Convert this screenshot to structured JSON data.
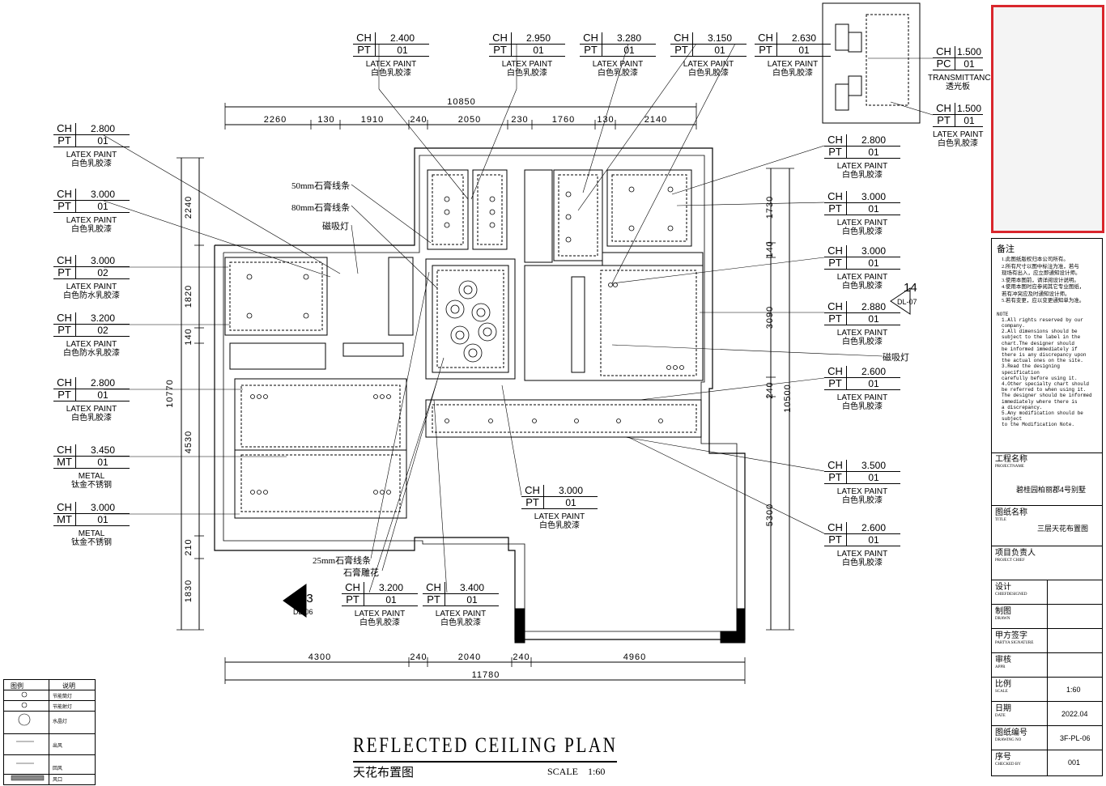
{
  "drawing": {
    "title_en": "REFLECTED  CEILING  PLAN",
    "title_cn": "天花布置图",
    "scale_label": "SCALE",
    "scale_value": "1:60",
    "top_total": "10850",
    "top_dims": [
      "2260",
      "130",
      "1910",
      "240",
      "2050",
      "230",
      "1760",
      "130",
      "2140"
    ],
    "bottom_total": "11780",
    "bottom_dims": [
      "4300",
      "240",
      "2040",
      "240",
      "4960"
    ],
    "left_total": "10770",
    "left_dims": [
      "2240",
      "1820",
      "140",
      "4530",
      "210",
      "1830"
    ],
    "right_total": "10500",
    "right_dims": [
      "1730",
      "140",
      "3090",
      "240",
      "5300"
    ]
  },
  "tags": [
    {
      "ch": "2.400",
      "pt_key": "PT",
      "pt": "01",
      "en": "LATEX PAINT",
      "cn": "白色乳胶漆"
    },
    {
      "ch": "2.950",
      "pt_key": "PT",
      "pt": "01",
      "en": "LATEX PAINT",
      "cn": "白色乳胶漆"
    },
    {
      "ch": "3.280",
      "pt_key": "PT",
      "pt": "01",
      "en": "LATEX PAINT",
      "cn": "白色乳胶漆"
    },
    {
      "ch": "3.150",
      "pt_key": "PT",
      "pt": "01",
      "en": "LATEX PAINT",
      "cn": "白色乳胶漆"
    },
    {
      "ch": "2.630",
      "pt_key": "PT",
      "pt": "01",
      "en": "LATEX PAINT",
      "cn": "白色乳胶漆"
    },
    {
      "ch": "1.500",
      "pt_key": "PC",
      "pt": "01",
      "en": "TRANSMITTANCE",
      "cn": "透光板"
    },
    {
      "ch": "1.500",
      "pt_key": "PT",
      "pt": "01",
      "en": "LATEX PAINT",
      "cn": "白色乳胶漆"
    },
    {
      "ch": "2.800",
      "pt_key": "PT",
      "pt": "01",
      "en": "LATEX PAINT",
      "cn": "白色乳胶漆"
    },
    {
      "ch": "3.000",
      "pt_key": "PT",
      "pt": "01",
      "en": "LATEX PAINT",
      "cn": "白色乳胶漆"
    },
    {
      "ch": "3.000",
      "pt_key": "PT",
      "pt": "02",
      "en": "LATEX PAINT",
      "cn": "白色防水乳胶漆"
    },
    {
      "ch": "3.200",
      "pt_key": "PT",
      "pt": "02",
      "en": "LATEX PAINT",
      "cn": "白色防水乳胶漆"
    },
    {
      "ch": "2.800",
      "pt_key": "PT",
      "pt": "01",
      "en": "LATEX PAINT",
      "cn": "白色乳胶漆"
    },
    {
      "ch": "3.450",
      "pt_key": "MT",
      "pt": "01",
      "en": "METAL",
      "cn": "钛金不锈钢"
    },
    {
      "ch": "3.000",
      "pt_key": "MT",
      "pt": "01",
      "en": "METAL",
      "cn": "钛金不锈钢"
    },
    {
      "ch": "2.800",
      "pt_key": "PT",
      "pt": "01",
      "en": "LATEX PAINT",
      "cn": "白色乳胶漆"
    },
    {
      "ch": "3.000",
      "pt_key": "PT",
      "pt": "01",
      "en": "LATEX PAINT",
      "cn": "白色乳胶漆"
    },
    {
      "ch": "3.000",
      "pt_key": "PT",
      "pt": "01",
      "en": "LATEX PAINT",
      "cn": "白色乳胶漆"
    },
    {
      "ch": "2.880",
      "pt_key": "PT",
      "pt": "01",
      "en": "LATEX PAINT",
      "cn": "白色乳胶漆"
    },
    {
      "ch": "2.600",
      "pt_key": "PT",
      "pt": "01",
      "en": "LATEX PAINT",
      "cn": "白色乳胶漆"
    },
    {
      "ch": "3.500",
      "pt_key": "PT",
      "pt": "01",
      "en": "LATEX PAINT",
      "cn": "白色乳胶漆"
    },
    {
      "ch": "2.600",
      "pt_key": "PT",
      "pt": "01",
      "en": "LATEX PAINT",
      "cn": "白色乳胶漆"
    },
    {
      "ch": "3.000",
      "pt_key": "PT",
      "pt": "01",
      "en": "LATEX PAINT",
      "cn": "白色乳胶漆"
    },
    {
      "ch": "3.200",
      "pt_key": "PT",
      "pt": "01",
      "en": "LATEX PAINT",
      "cn": "白色乳胶漆"
    },
    {
      "ch": "3.400",
      "pt_key": "PT",
      "pt": "01",
      "en": "LATEX PAINT",
      "cn": "白色乳胶漆"
    }
  ],
  "tag_key_ch": "CH",
  "callouts": {
    "gypsum50": "50mm石膏线条",
    "gypsum80": "80mm石膏线条",
    "maglight_left": "磁吸灯",
    "maglight_right": "磁吸灯",
    "gypsum25": "25mm石膏线条",
    "carving": "石膏雕花"
  },
  "sections": [
    {
      "num": "14",
      "ref": "DL-07"
    },
    {
      "num": "13",
      "ref": "DL-06"
    }
  ],
  "notes": {
    "heading": "备注",
    "cn": [
      "1.此图纸版权归本公司所有。",
      "2.所有尺寸以图中标注为准，若与",
      "  现场有出入，应立即通知设计师。",
      "3.使用本图前，请详阅设计说明。",
      "4.使用本图时应参阅其它专业图纸，",
      "  若有冲突应及时通知设计师。",
      "5.若有变更，应以变更通知单为准。"
    ],
    "en_heading": "NOTE",
    "en": [
      "1.All rights reserved by our",
      "  company.",
      "2.All dimensions should be",
      "  subject to the label in the",
      "  chart.The designer should",
      "  be informed immediately if",
      "  there is any discrepancy upon",
      "  the actual ones on the site.",
      "3.Read the designing specification",
      "  carefully before using it.",
      "4.Other specialty chart should",
      "  be referred to when using it.",
      "  The designer should be informed",
      "  immediately where there is",
      "  a discrepancy.",
      "5.Any modification should be subject",
      "  to the Modification Note."
    ]
  },
  "titleblock": {
    "project_cn": "工程名称",
    "project_en": "PROJECTNAME",
    "project_val": "碧桂园柏丽郡4号别墅",
    "title_cn": "图纸名称",
    "title_en": "TITLE",
    "title_val": "三层天花布置图",
    "chief_cn": "项目负责人",
    "chief_en": "PROJECT CHIEF",
    "design_cn": "设计",
    "design_en": "CHIEFDESIGNED",
    "drawn_cn": "制图",
    "drawn_en": "DRAWN",
    "sign_cn": "甲方签字",
    "sign_en": "PARTYA SIGNATURE",
    "appr_cn": "审核",
    "appr_en": "APPR",
    "scale_cn": "比例",
    "scale_en": "SCALE",
    "scale_val": "1:60",
    "date_cn": "日期",
    "date_en": "DATE",
    "date_val": "2022.04",
    "no_cn": "图纸编号",
    "no_en": "DRAWING NO",
    "no_val": "3F-PL-06",
    "seq_cn": "序号",
    "seq_en": "CHECKED BY",
    "seq_val": "001"
  },
  "legend": {
    "col1": "图例",
    "col2": "说明",
    "rows": [
      "节能筒灯",
      "节能射灯",
      "水晶灯",
      "出风",
      "回风",
      "风口"
    ]
  },
  "colors": {
    "frame": "#d9262c",
    "line": "#000000"
  }
}
